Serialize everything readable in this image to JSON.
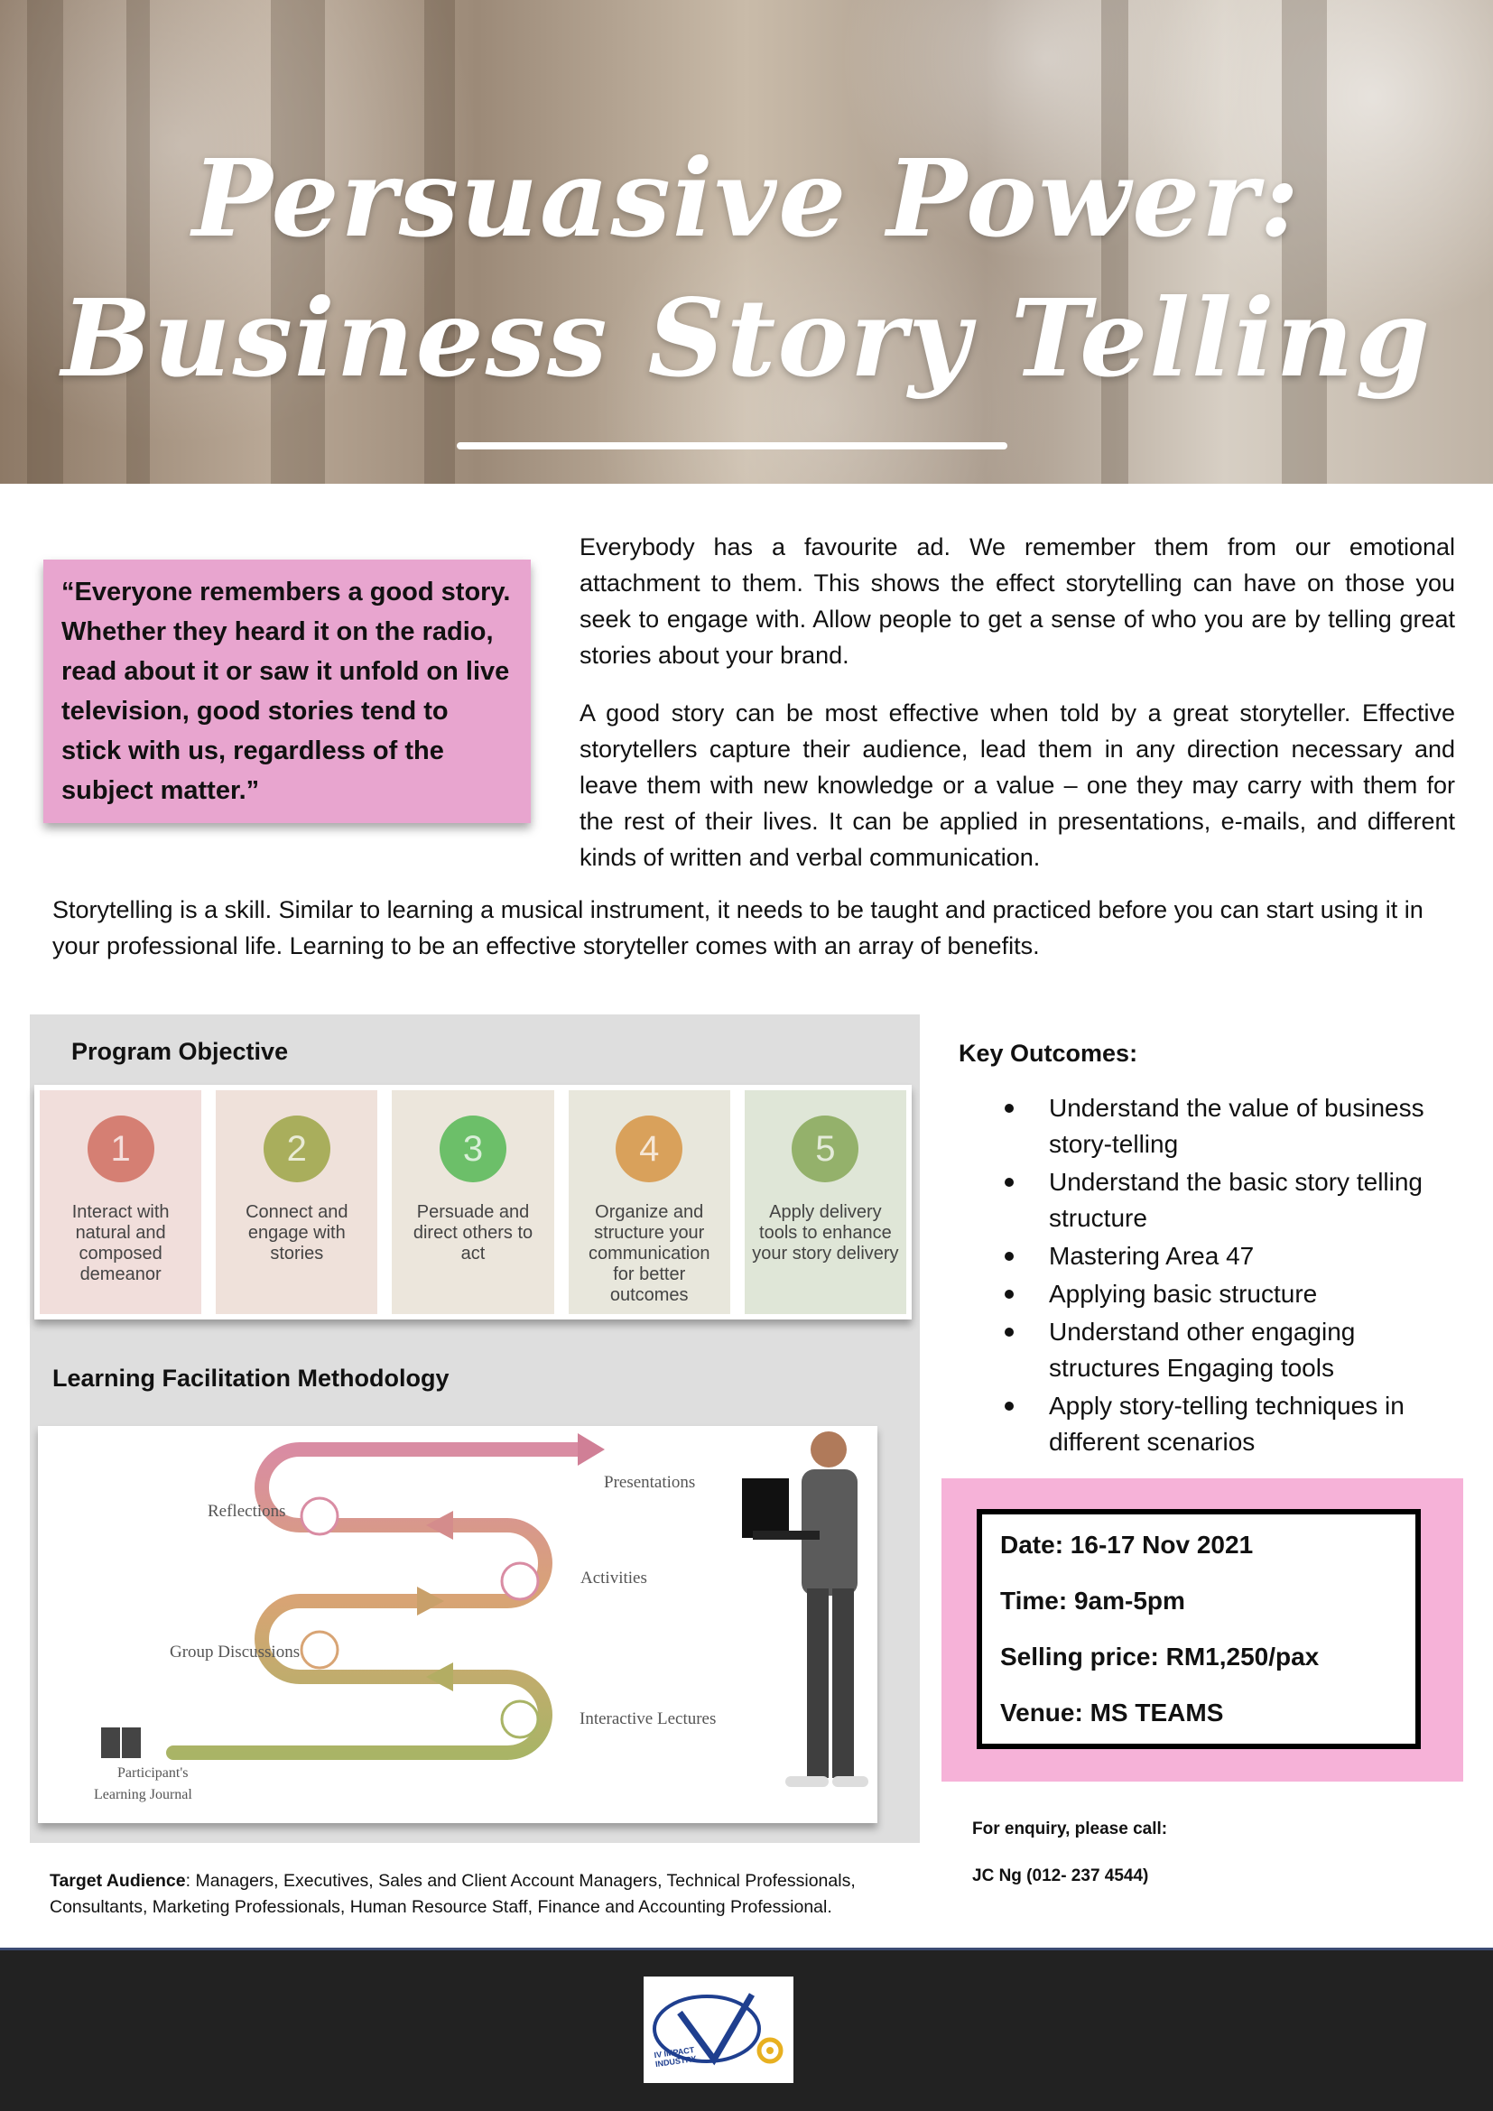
{
  "hero": {
    "title_line1": "Persuasive Power:",
    "title_line2": "Business Story Telling"
  },
  "quote": "“Everyone remembers a good story. Whether they heard it on the radio, read about it or saw it unfold on live television, good stories tend to stick with us, regardless of the subject matter.”",
  "paragraphs": [
    "Everybody has a favourite ad. We remember them from our emotional attachment to them. This shows the effect storytelling can have on those you seek to engage with. Allow people to get a sense of who you are by telling great stories about your brand.",
    "A good story can be most effective when told by a great storyteller. Effective storytellers capture their audience, lead them in any direction necessary and leave them with new knowledge or a value – one they may carry with them for the rest of their lives. It can be applied in presentations, e-mails, and different kinds of written and verbal communication.",
    "Storytelling is a skill. Similar to learning a musical instrument, it needs to be taught and practiced before you can start using it in your professional life. Learning to be an effective storyteller comes with an array of benefits."
  ],
  "program_objective": {
    "heading": "Program Objective",
    "items": [
      {
        "num": "1",
        "label": "Interact with natural and composed demeanor",
        "circle": "#d57f73",
        "card": "#f1dedb"
      },
      {
        "num": "2",
        "label": "Connect and engage with stories",
        "circle": "#a9ae5c",
        "card": "#efe1da"
      },
      {
        "num": "3",
        "label": "Persuade and direct others to act",
        "circle": "#6cbf69",
        "card": "#ece6dc"
      },
      {
        "num": "4",
        "label": "Organize and structure your communication for better outcomes",
        "circle": "#d9a15b",
        "card": "#e8e7dc"
      },
      {
        "num": "5",
        "label": "Apply delivery tools to enhance your story delivery",
        "circle": "#94b16b",
        "card": "#dfe6d7"
      }
    ]
  },
  "methodology": {
    "heading": "Learning Facilitation Methodology",
    "labels": {
      "presentations": "Presentations",
      "reflections": "Reflections",
      "activities": "Activities",
      "group_discussions": "Group Discussions",
      "interactive_lectures": "Interactive Lectures",
      "journal_line1": "Participant's",
      "journal_line2": "Learning Journal"
    }
  },
  "key_outcomes": {
    "heading": "Key Outcomes:",
    "items": [
      "Understand the value of business story-telling",
      "Understand the basic story telling structure",
      "Mastering Area 47",
      "Applying basic structure",
      "Understand other engaging structures Engaging tools",
      "Apply story-telling techniques in different scenarios"
    ]
  },
  "event_info": {
    "date": "Date: 16-17 Nov 2021",
    "time": "Time: 9am-5pm",
    "price": "Selling price: RM1,250/pax",
    "venue": "Venue: MS TEAMS"
  },
  "enquiry": {
    "line1": "For enquiry, please call:",
    "line2": "JC Ng (012- 237 4544)"
  },
  "target_audience": {
    "label": "Target Audience",
    "text": ": Managers, Executives, Sales and Client Account Managers, Technical Professionals, Consultants, Marketing Professionals, Human Resource Staff, Finance and Accounting Professional."
  },
  "footer": {
    "logo_text": "IV IMPACT INDUSTRY"
  },
  "colors": {
    "quote_bg": "#e8a5cf",
    "info_bg": "#f6b2d8",
    "panel_grey": "#dedede",
    "footer_bg": "#222222"
  }
}
